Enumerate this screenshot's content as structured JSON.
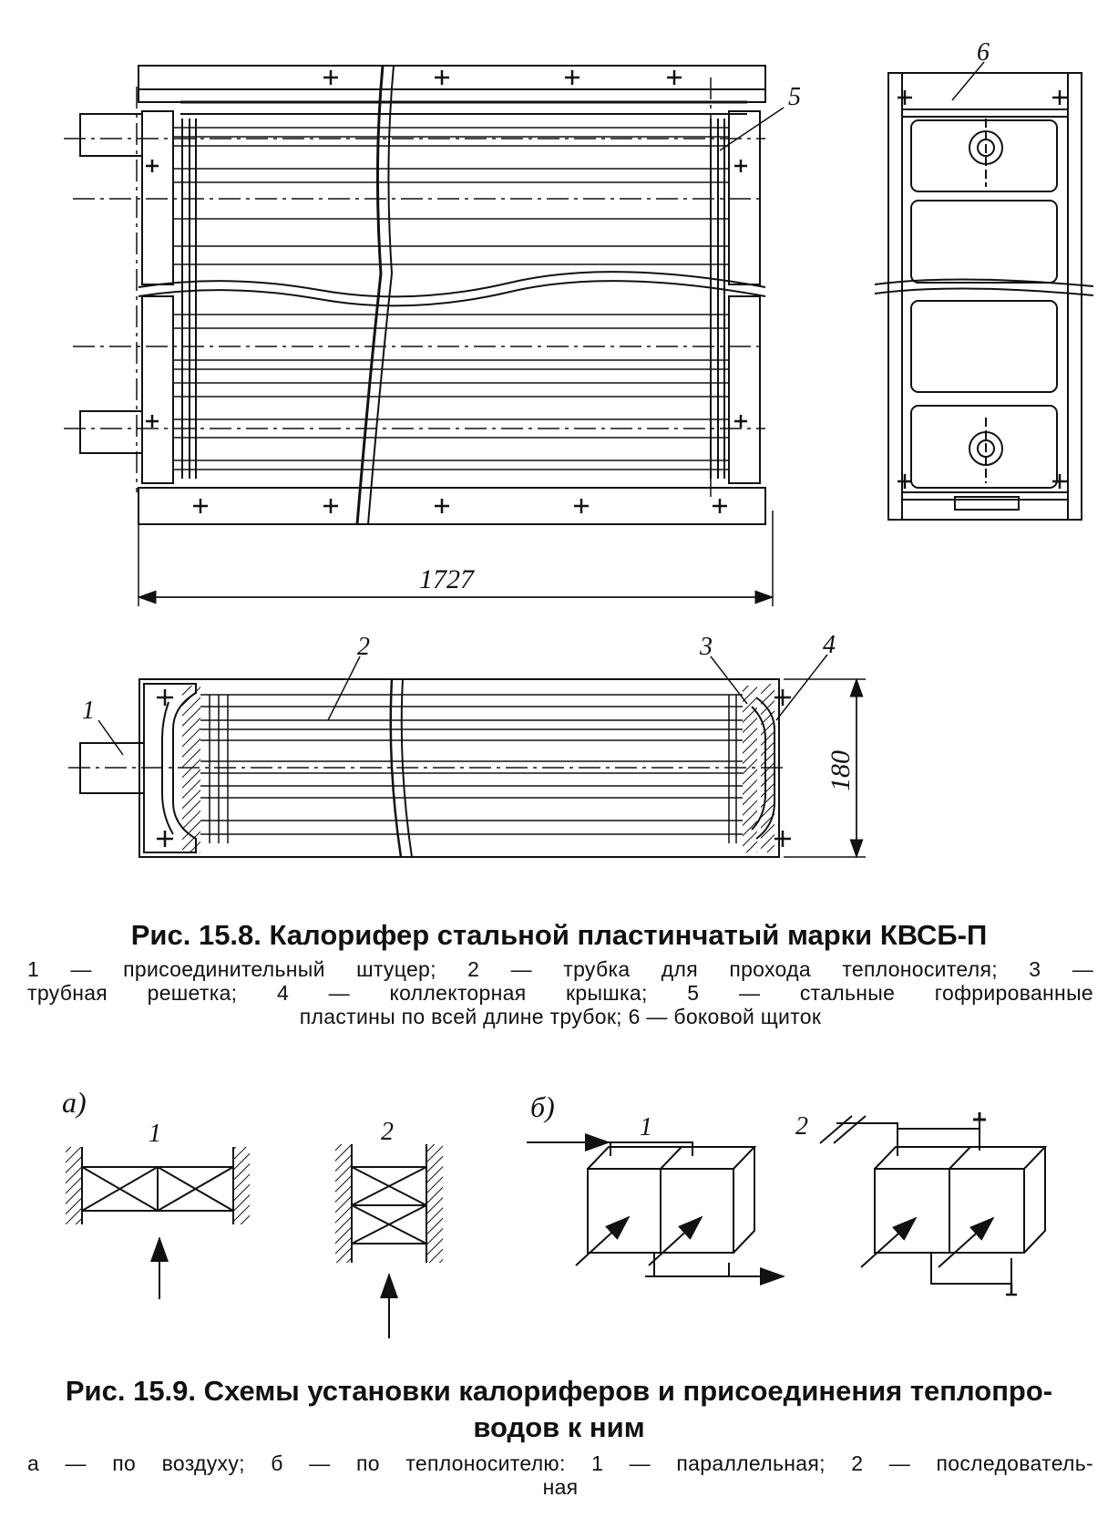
{
  "figure_15_8": {
    "labels": [
      "1",
      "2",
      "3",
      "4",
      "5",
      "6"
    ],
    "dim_length": "1727",
    "dim_height": "180",
    "caption_title": "Рис. 15.8. Калорифер стальной пластинчатый марки КВСБ-П",
    "caption_line1": "1 — присоединительный штуцер; 2 — трубка для прохода теплоносителя; 3 —",
    "caption_line2": "трубная решетка; 4 — коллекторная крышка; 5 — стальные гофрированные",
    "caption_line3": "пластины по всей длине трубок; 6 — боковой щиток"
  },
  "figure_15_9": {
    "label_a": "а)",
    "label_b": "б)",
    "label_1": "1",
    "label_2": "2",
    "caption_title_line1": "Рис. 15.9. Схемы установки калориферов и присоединения теплопро-",
    "caption_title_line2": "водов к ним",
    "caption_line1": "а — по воздуху; б — по теплоносителю: 1 — параллельная; 2 — последователь-",
    "caption_line2": "ная"
  }
}
